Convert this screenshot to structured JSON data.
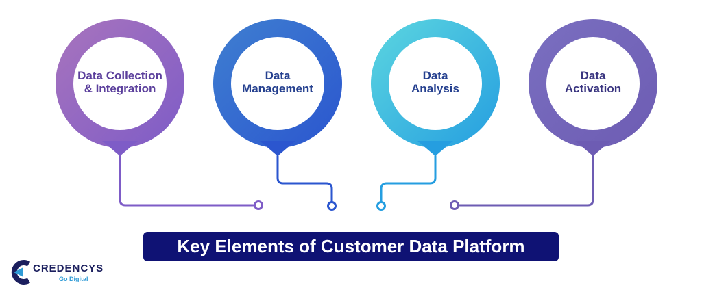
{
  "title": "Key Elements of Customer Data Platform",
  "nodes": [
    {
      "label": "Data Collection\n& Integration",
      "color_start": "#a874bd",
      "color_end": "#7e5cc7",
      "text_color": "#5b3f9c"
    },
    {
      "label": "Data\nManagement",
      "color_start": "#3f7fd0",
      "color_end": "#2b56cf",
      "text_color": "#25408f"
    },
    {
      "label": "Data\nAnalysis",
      "color_start": "#5cd6e0",
      "color_end": "#259ee0",
      "text_color": "#25408f"
    },
    {
      "label": "Data\nActivation",
      "color_start": "#7a6fc0",
      "color_end": "#6d5cb3",
      "text_color": "#3a3580"
    }
  ],
  "logo": {
    "name": "CREDENCYS",
    "tagline": "Go Digital",
    "colors": [
      "#1b1f5e",
      "#2f9bd6"
    ]
  }
}
